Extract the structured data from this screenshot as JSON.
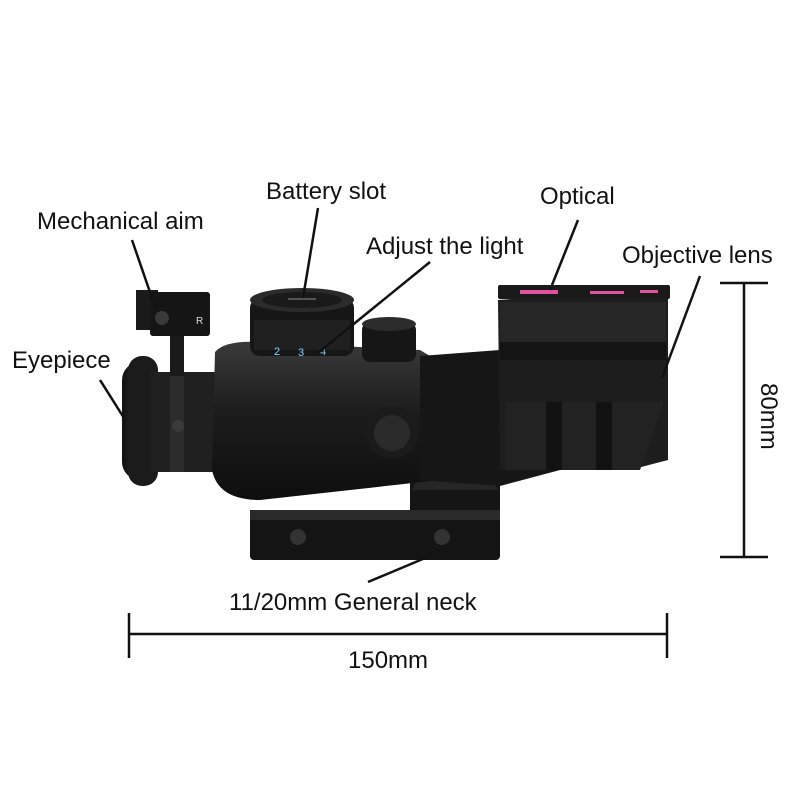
{
  "labels": {
    "battery_slot": "Battery slot",
    "mechanical_aim": "Mechanical aim",
    "adjust_light": "Adjust the light",
    "optical": "Optical",
    "objective_lens": "Objective lens",
    "eyepiece": "Eyepiece",
    "mount": "11/20mm General neck"
  },
  "dimensions": {
    "width": "150mm",
    "height": "80mm"
  },
  "dial": {
    "numbers": [
      "2",
      "3",
      "4"
    ]
  },
  "turret_mark": "R",
  "colors": {
    "body": "#1a1a1a",
    "body_light": "#2b2b2b",
    "fiber": "#e0529c",
    "line": "#111111"
  }
}
